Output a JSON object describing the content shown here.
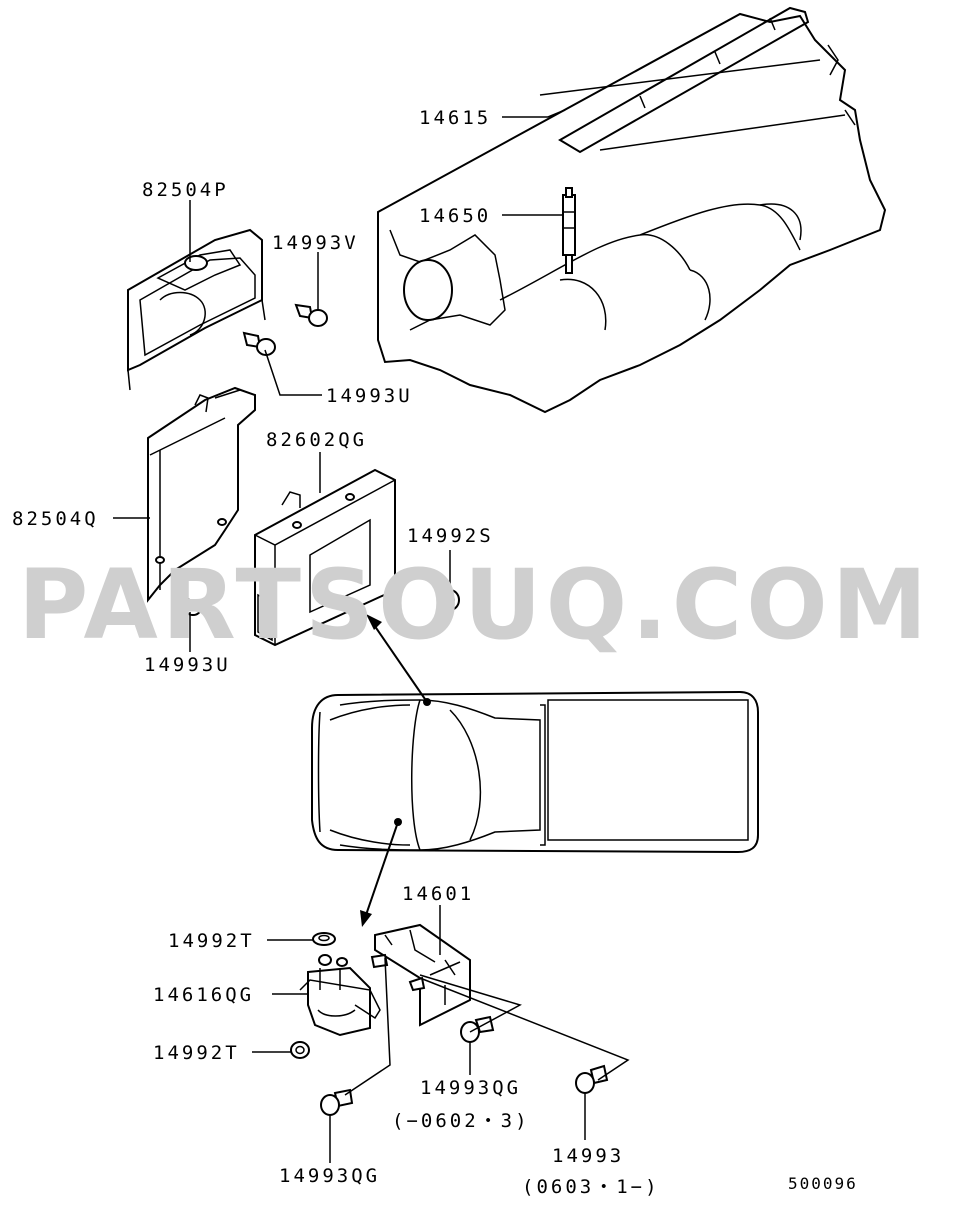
{
  "diagram": {
    "watermark": "PARTSOUQ.COM",
    "figure_number": "500096",
    "labels": {
      "p14615": "14615",
      "p14650": "14650",
      "p82504P": "82504P",
      "p14993V": "14993V",
      "p14993U_top": "14993U",
      "p82602QG": "82602QG",
      "p82504Q": "82504Q",
      "p14992S": "14992S",
      "p14993U_bottom": "14993U",
      "p14601": "14601",
      "p14992T_top": "14992T",
      "p14616QG": "14616QG",
      "p14992T_bottom": "14992T",
      "p14993QG_mid": "14993QG",
      "p14993QG_mid_range": "(−0602・3)",
      "p14993": "14993",
      "p14993_range": "(0603・1−)",
      "p14993QG_bottom": "14993QG"
    }
  }
}
